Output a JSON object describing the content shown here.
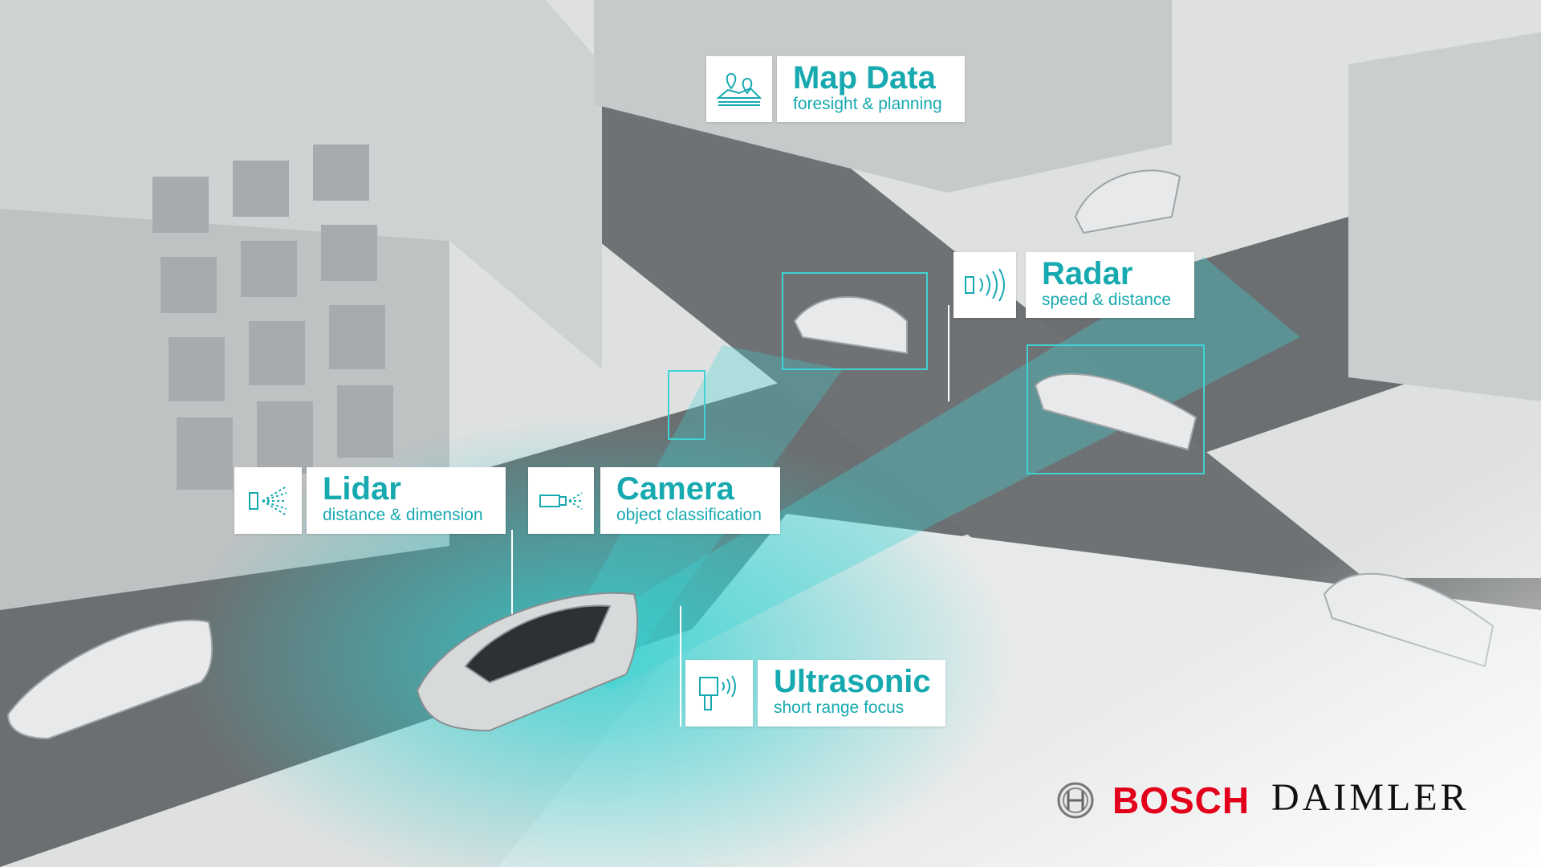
{
  "labels": {
    "map": {
      "title": "Map Data",
      "subtitle": "foresight & planning",
      "icon": "map-pins-icon"
    },
    "radar": {
      "title": "Radar",
      "subtitle": "speed & distance",
      "icon": "radar-waves-icon"
    },
    "lidar": {
      "title": "Lidar",
      "subtitle": "distance & dimension",
      "icon": "lidar-beam-icon"
    },
    "camera": {
      "title": "Camera",
      "subtitle": "object classification",
      "icon": "camera-icon"
    },
    "ultrasonic": {
      "title": "Ultrasonic",
      "subtitle": "short range focus",
      "icon": "ultrasonic-sensor-icon"
    }
  },
  "logos": {
    "bosch": "BOSCH",
    "daimler": "DAIMLER"
  },
  "colors": {
    "accent": "#17a9b0",
    "bosch_red": "#e2001a",
    "sensor_field": "#3fd3d3"
  }
}
